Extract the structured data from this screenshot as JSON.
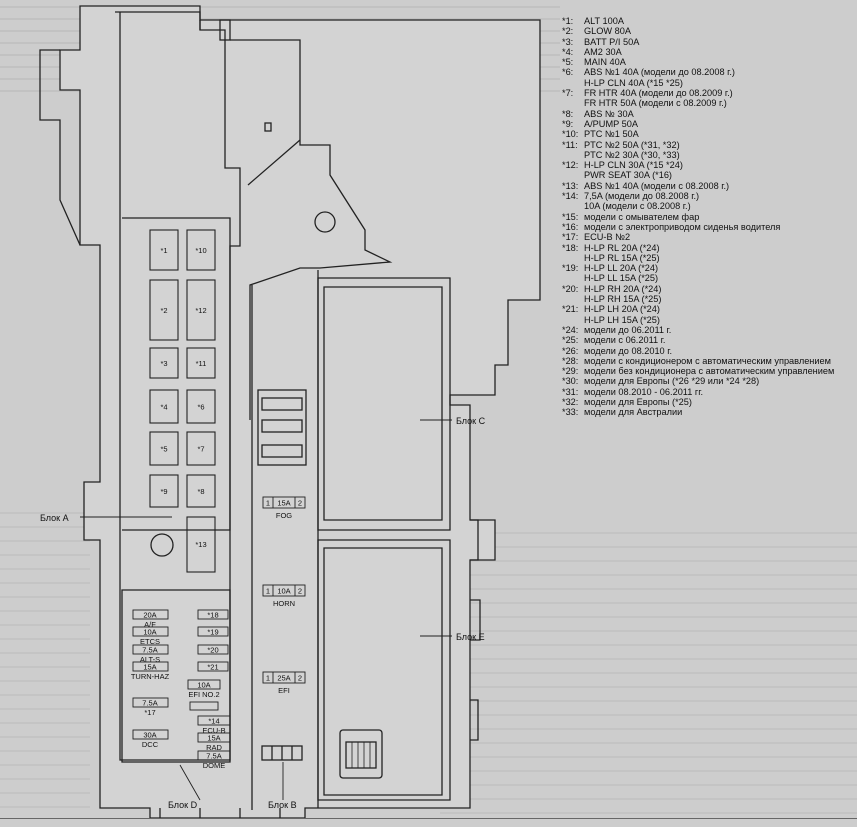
{
  "fuse_labels": [
    "*1",
    "*10",
    "*2",
    "*12",
    "*3",
    "*11",
    "*4",
    "*6",
    "*5",
    "*7",
    "*9",
    "*8",
    "*13"
  ],
  "small_fuses": {
    "fog": {
      "num": "1",
      "amp": "15A",
      "pin": "2",
      "label": "FOG"
    },
    "horn": {
      "num": "1",
      "amp": "10A",
      "pin": "2",
      "label": "HORN"
    },
    "efi": {
      "num": "1",
      "amp": "25A",
      "pin": "2",
      "label": "EFI"
    }
  },
  "block_d_fuses": {
    "af": {
      "amp": "20A",
      "label": "A/F"
    },
    "etcs": {
      "amp": "10A",
      "label": "ETCS"
    },
    "alts": {
      "amp": "7.5A",
      "label": "ALT-S"
    },
    "turnhaz": {
      "amp": "15A",
      "label": "TURN-HAZ"
    },
    "f17": {
      "amp": "7.5A",
      "label": "*17"
    },
    "dcc": {
      "amp": "30A",
      "label": "DCC"
    },
    "r18": {
      "code": "*18"
    },
    "r19": {
      "code": "*19"
    },
    "r20": {
      "code": "*20"
    },
    "r21": {
      "code": "*21"
    },
    "efino2": {
      "amp": "10A",
      "label": "EFI NO.2"
    },
    "ecub": {
      "code": "*14",
      "label": "ECU-B"
    },
    "rad": {
      "amp": "15A",
      "label": "RAD"
    },
    "dome": {
      "amp": "7.5A",
      "label": "DOME"
    }
  },
  "blocks": {
    "a": "Блок А",
    "b": "Блок B",
    "c": "Блок C",
    "d": "Блок D",
    "e": "Блок E"
  },
  "legend": [
    {
      "key": "*1:",
      "lines": [
        "ALT 100A"
      ]
    },
    {
      "key": "*2:",
      "lines": [
        "GLOW 80A"
      ]
    },
    {
      "key": "*3:",
      "lines": [
        "BATT P/I 50A"
      ]
    },
    {
      "key": "*4:",
      "lines": [
        "AM2 30A"
      ]
    },
    {
      "key": "*5:",
      "lines": [
        "MAIN 40A"
      ]
    },
    {
      "key": "*6:",
      "lines": [
        "ABS №1 40A (модели до 08.2008 г.)",
        "H-LP CLN 40A (*15 *25)"
      ]
    },
    {
      "key": "*7:",
      "lines": [
        "FR HTR 40A (модели до 08.2009 г.)",
        "FR HTR 50A (модели с 08.2009 г.)"
      ]
    },
    {
      "key": "*8:",
      "lines": [
        "ABS № 30A"
      ]
    },
    {
      "key": "*9:",
      "lines": [
        "A/PUMP 50A"
      ]
    },
    {
      "key": "*10:",
      "lines": [
        "PTC №1 50A"
      ]
    },
    {
      "key": "*11:",
      "lines": [
        "PTC №2 50A (*31, *32)",
        "PTC №2 30A (*30, *33)"
      ]
    },
    {
      "key": "*12:",
      "lines": [
        "H-LP CLN 30A (*15 *24)",
        "PWR SEAT 30A (*16)"
      ]
    },
    {
      "key": "*13:",
      "lines": [
        "ABS №1 40A (модели с 08.2008 г.)"
      ]
    },
    {
      "key": "*14:",
      "lines": [
        "7,5A (модели до 08.2008 г.)",
        "10A (модели с 08.2008 г.)"
      ]
    },
    {
      "key": "*15:",
      "lines": [
        "модели с омывателем фар"
      ]
    },
    {
      "key": "*16:",
      "lines": [
        "модели с электроприводом сиденья водителя"
      ]
    },
    {
      "key": "*17:",
      "lines": [
        "ECU-B №2"
      ]
    },
    {
      "key": "*18:",
      "lines": [
        "H-LP RL 20A (*24)",
        "H-LP RL 15A (*25)"
      ]
    },
    {
      "key": "*19:",
      "lines": [
        "H-LP LL 20A (*24)",
        "H-LP LL 15A (*25)"
      ]
    },
    {
      "key": "*20:",
      "lines": [
        "H-LP RH 20A (*24)",
        "H-LP RH 15A (*25)"
      ]
    },
    {
      "key": "*21:",
      "lines": [
        "H-LP LH 20A (*24)",
        "H-LP LH 15A (*25)"
      ]
    },
    {
      "key": "*24:",
      "lines": [
        "модели до 06.2011 г."
      ]
    },
    {
      "key": "*25:",
      "lines": [
        "модели с 06.2011 г."
      ]
    },
    {
      "key": "*26:",
      "lines": [
        "модели до 08.2010 г."
      ]
    },
    {
      "key": "*28:",
      "lines": [
        "модели с кондиционером с автоматическим управлением"
      ]
    },
    {
      "key": "*29:",
      "lines": [
        "модели без кондиционера с автоматическим управлением"
      ]
    },
    {
      "key": "*30:",
      "lines": [
        "модели для Европы (*26 *29 или *24 *28)"
      ]
    },
    {
      "key": "*31:",
      "lines": [
        "модели 08.2010 - 06.2011 гг."
      ]
    },
    {
      "key": "*32:",
      "lines": [
        "модели для Европы (*25)"
      ]
    },
    {
      "key": "*33:",
      "lines": [
        "модели для Австралии"
      ]
    }
  ]
}
